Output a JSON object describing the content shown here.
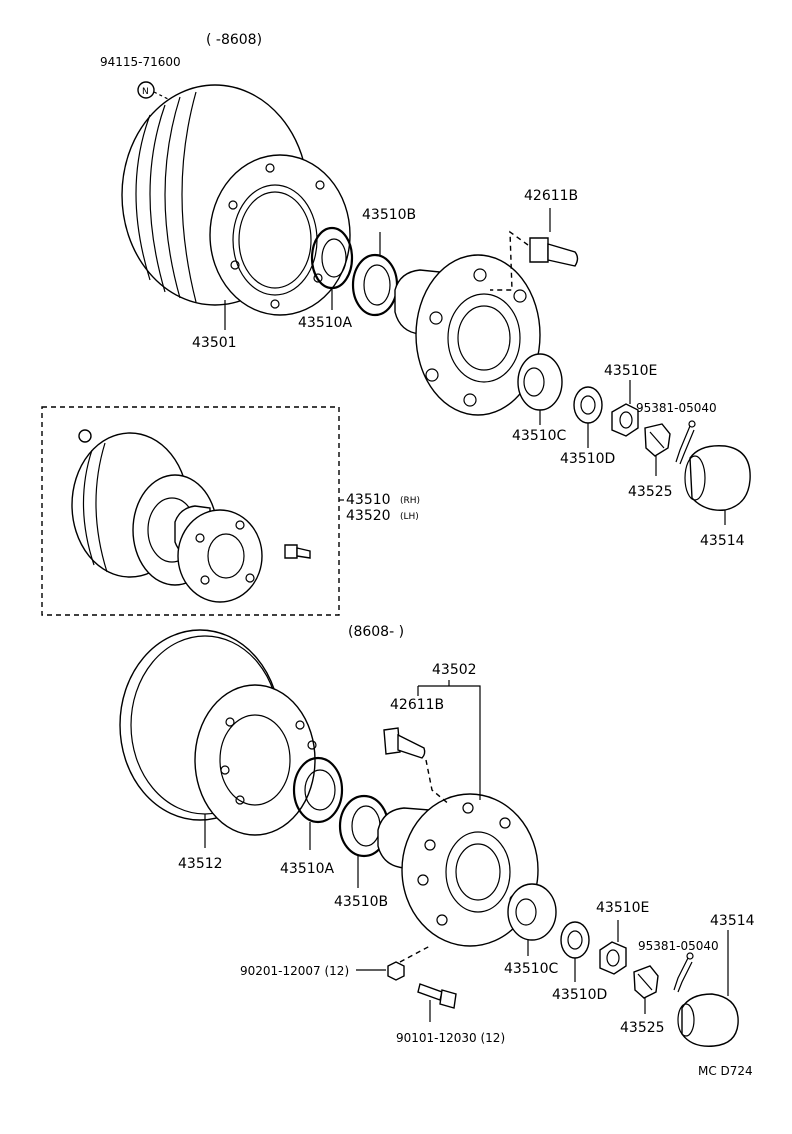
{
  "top_section": {
    "date_range": "(      -8608)",
    "labels": {
      "plug": "94115-71600",
      "plug_mark": "N",
      "drum": "43501",
      "bearing_outer": "43510A",
      "bearing_inner": "43510B",
      "hub_bolt": "42611B",
      "bearing_c": "43510C",
      "washer": "43510D",
      "nut": "43510E",
      "cotter_pin": "95381-05040",
      "lock_cap": "43525",
      "grease_cap": "43514"
    }
  },
  "assembly_box": {
    "part_rh": "43510",
    "part_rh_note": "(RH)",
    "part_lh": "43520",
    "part_lh_note": "(LH)"
  },
  "bottom_section": {
    "date_range": "(8608-      )",
    "labels": {
      "hub_assy": "43502",
      "hub_bolt": "42611B",
      "disc": "43512",
      "bearing_outer": "43510A",
      "bearing_inner": "43510B",
      "bearing_c": "43510C",
      "washer": "43510D",
      "nut": "43510E",
      "cotter_pin": "95381-05040",
      "lock_cap": "43525",
      "grease_cap": "43514",
      "nut_small": "90201-12007 (12)",
      "bolt_small": "90101-12030 (12)"
    }
  },
  "footer_code": "MC  D724"
}
